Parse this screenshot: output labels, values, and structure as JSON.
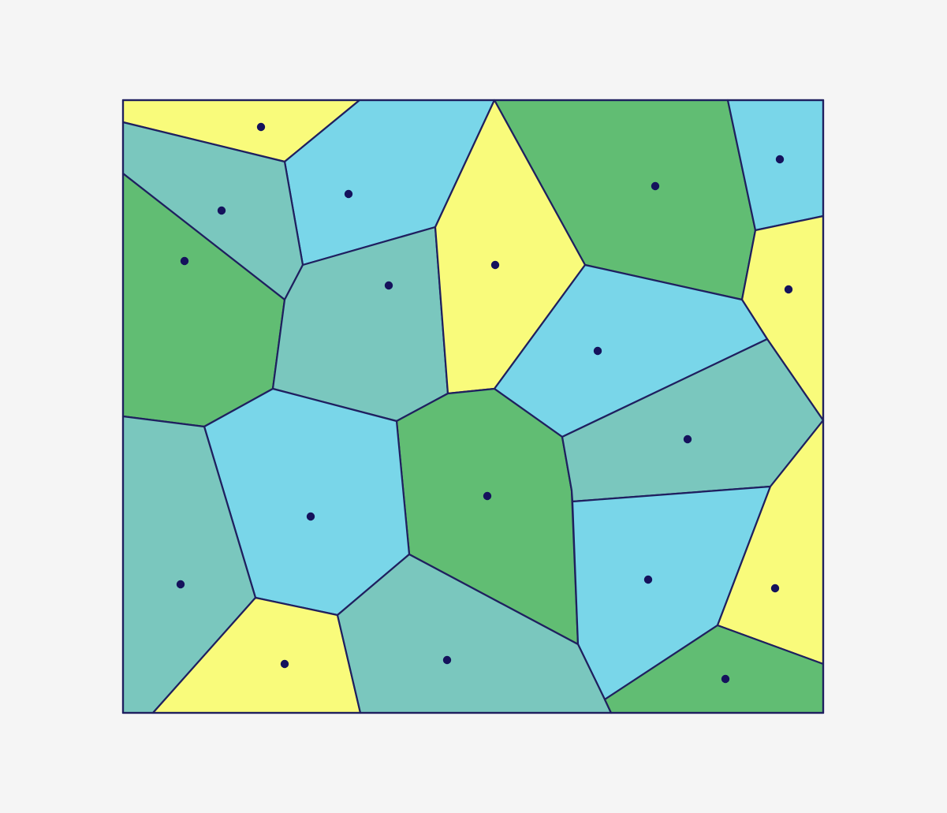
{
  "diagram": {
    "type": "voronoi",
    "colors": {
      "background": "#f5f5f5",
      "yellow": "#f9fb7b",
      "cyan": "#79d6e9",
      "green": "#61bd73",
      "teal": "#7ac7be",
      "edge": "#1f1f5f",
      "site": "#15125c"
    },
    "cells": [
      {
        "color": "yellow"
      },
      {
        "color": "cyan"
      },
      {
        "color": "green"
      },
      {
        "color": "cyan"
      },
      {
        "color": "teal"
      },
      {
        "color": "green"
      },
      {
        "color": "teal"
      },
      {
        "color": "yellow"
      },
      {
        "color": "yellow"
      },
      {
        "color": "cyan"
      },
      {
        "color": "green"
      },
      {
        "color": "cyan"
      },
      {
        "color": "teal"
      },
      {
        "color": "teal"
      },
      {
        "color": "cyan"
      },
      {
        "color": "cyan"
      },
      {
        "color": "yellow"
      },
      {
        "color": "yellow"
      },
      {
        "color": "teal"
      },
      {
        "color": "green"
      }
    ]
  }
}
